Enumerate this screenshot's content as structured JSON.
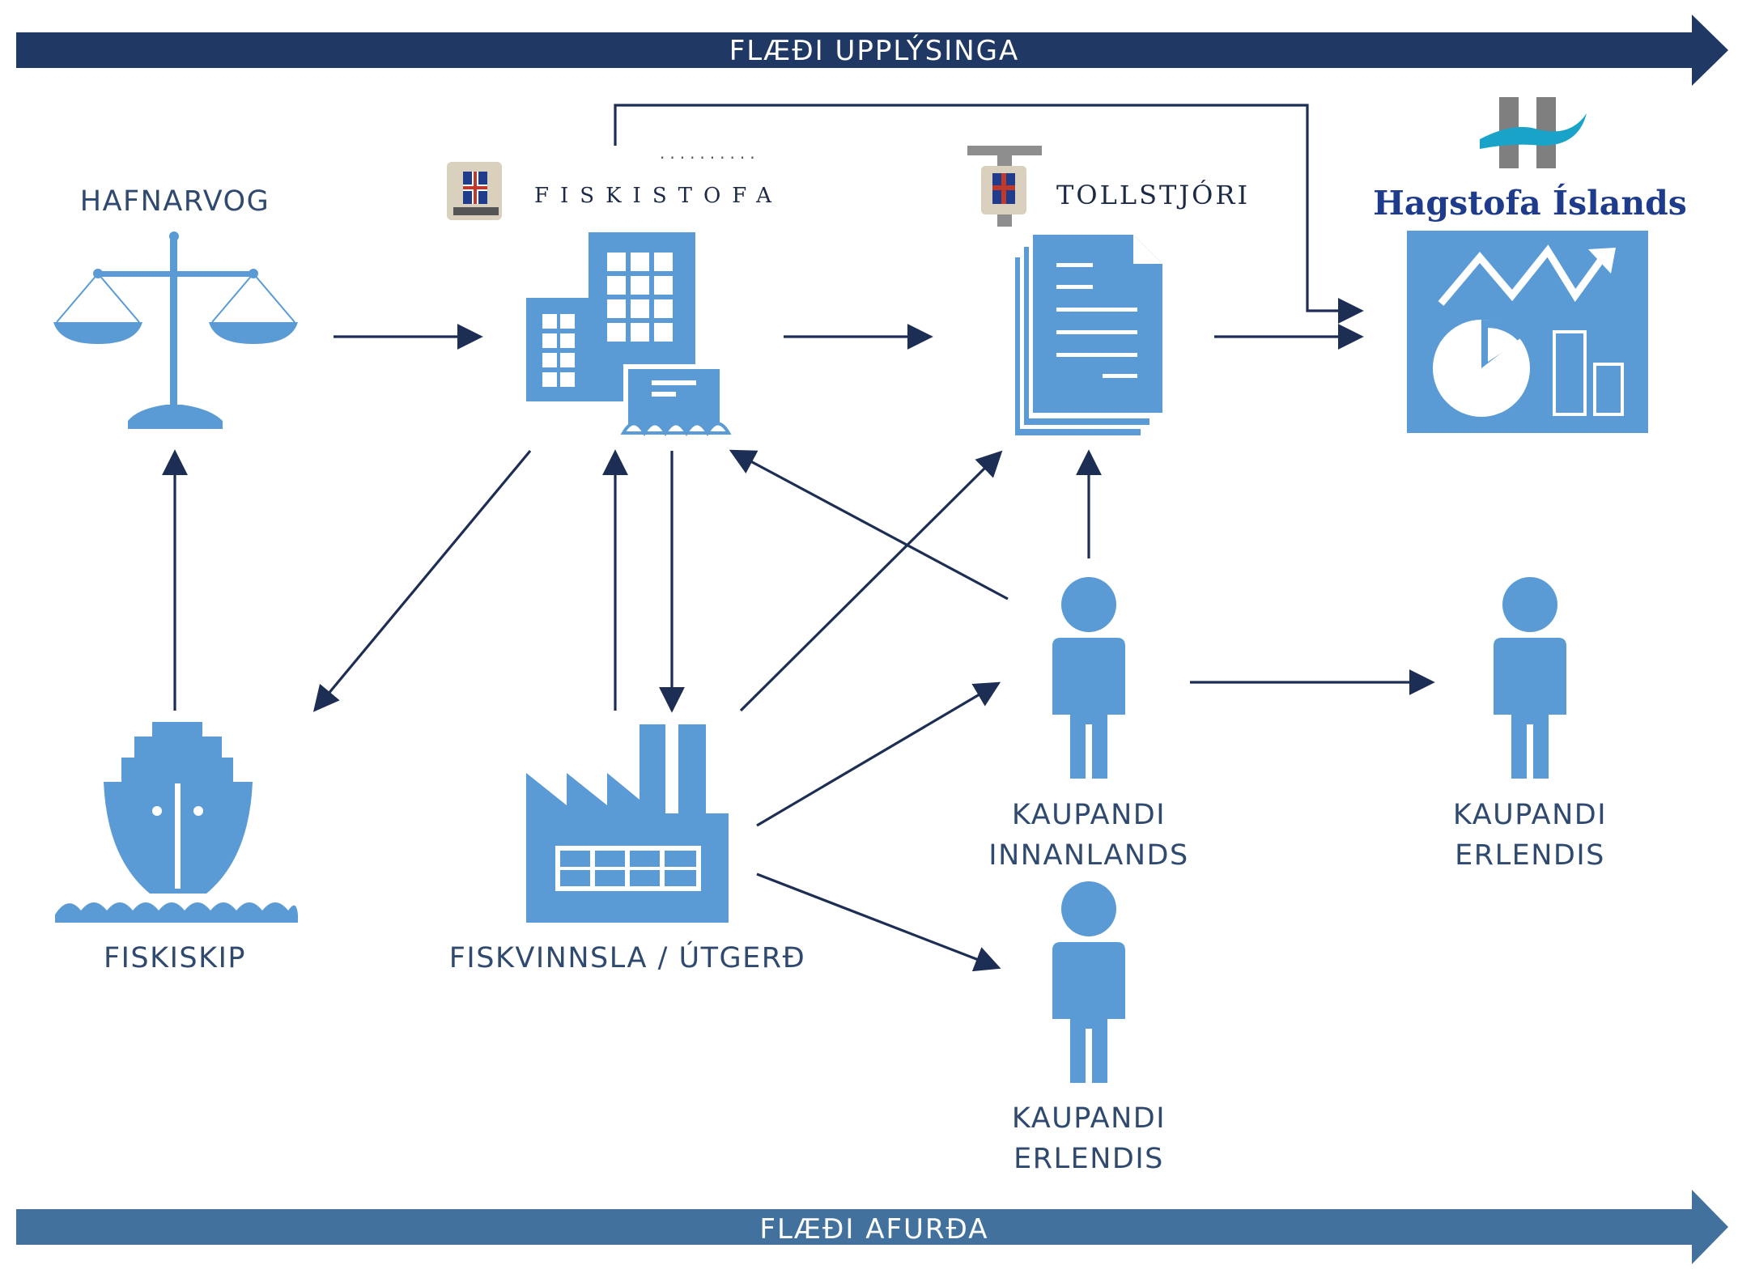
{
  "bands": {
    "top": "FLÆÐI UPPLÝSINGA",
    "bottom": "FLÆÐI AFURÐA"
  },
  "nodes": {
    "hafnarvog": "HAFNARVOG",
    "fiskistofa_logo": "FISKISTOFA",
    "tollstjori_logo": "TOLLSTJÓRI",
    "hagstofa_logo": "Hagstofa Íslands",
    "fiskiskip": "FISKISKIP",
    "fiskvinnsla": "FISKVINNSLA / ÚTGERÐ",
    "kaupandi_innanlands": [
      "KAUPANDI",
      "INNANLANDS"
    ],
    "kaupandi_erlendis_right": [
      "KAUPANDI",
      "ERLENDIS"
    ],
    "kaupandi_erlendis_bottom": [
      "KAUPANDI",
      "ERLENDIS"
    ]
  },
  "colors": {
    "band_top": "#1f3864",
    "band_bottom": "#41719c",
    "icon": "#5b9bd5",
    "arrow": "#1d2e54",
    "label": "#2f4a6e"
  }
}
